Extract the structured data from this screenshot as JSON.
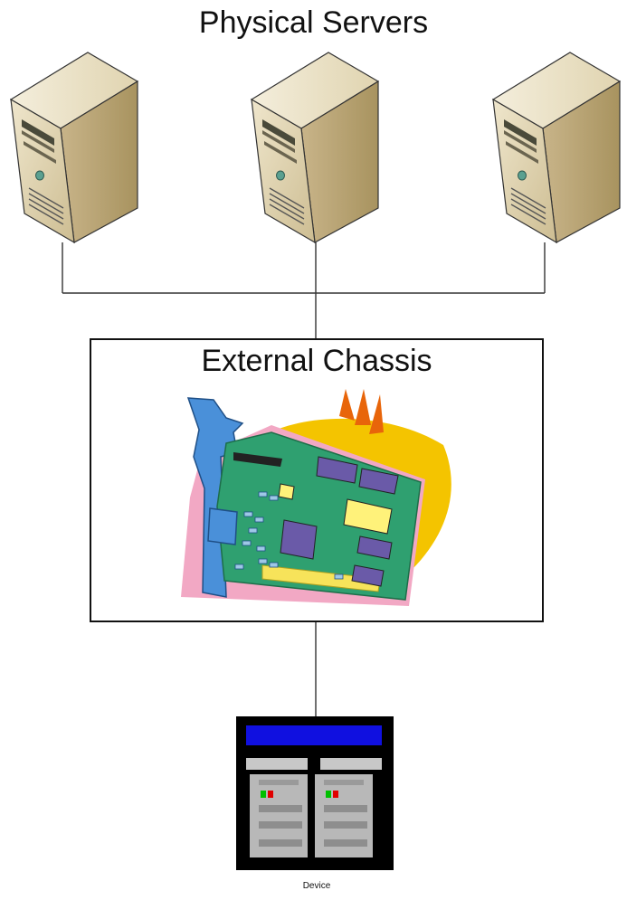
{
  "title": "Physical Servers",
  "chassis": {
    "label": "External Chassis"
  },
  "servers": [
    {
      "icon": "server-tower-icon"
    },
    {
      "icon": "server-tower-icon"
    },
    {
      "icon": "server-tower-icon"
    }
  ],
  "card": {
    "icon": "pci-expansion-card-icon"
  },
  "device": {
    "label": "Device",
    "icon": "storage-device-icon"
  },
  "colors": {
    "server_front": "#e2d6b4",
    "server_side": "#b9a57a",
    "card_board": "#2fa070",
    "card_bracket": "#4a90d9",
    "flame": "#f4c400",
    "device_screen": "#1010e0"
  }
}
